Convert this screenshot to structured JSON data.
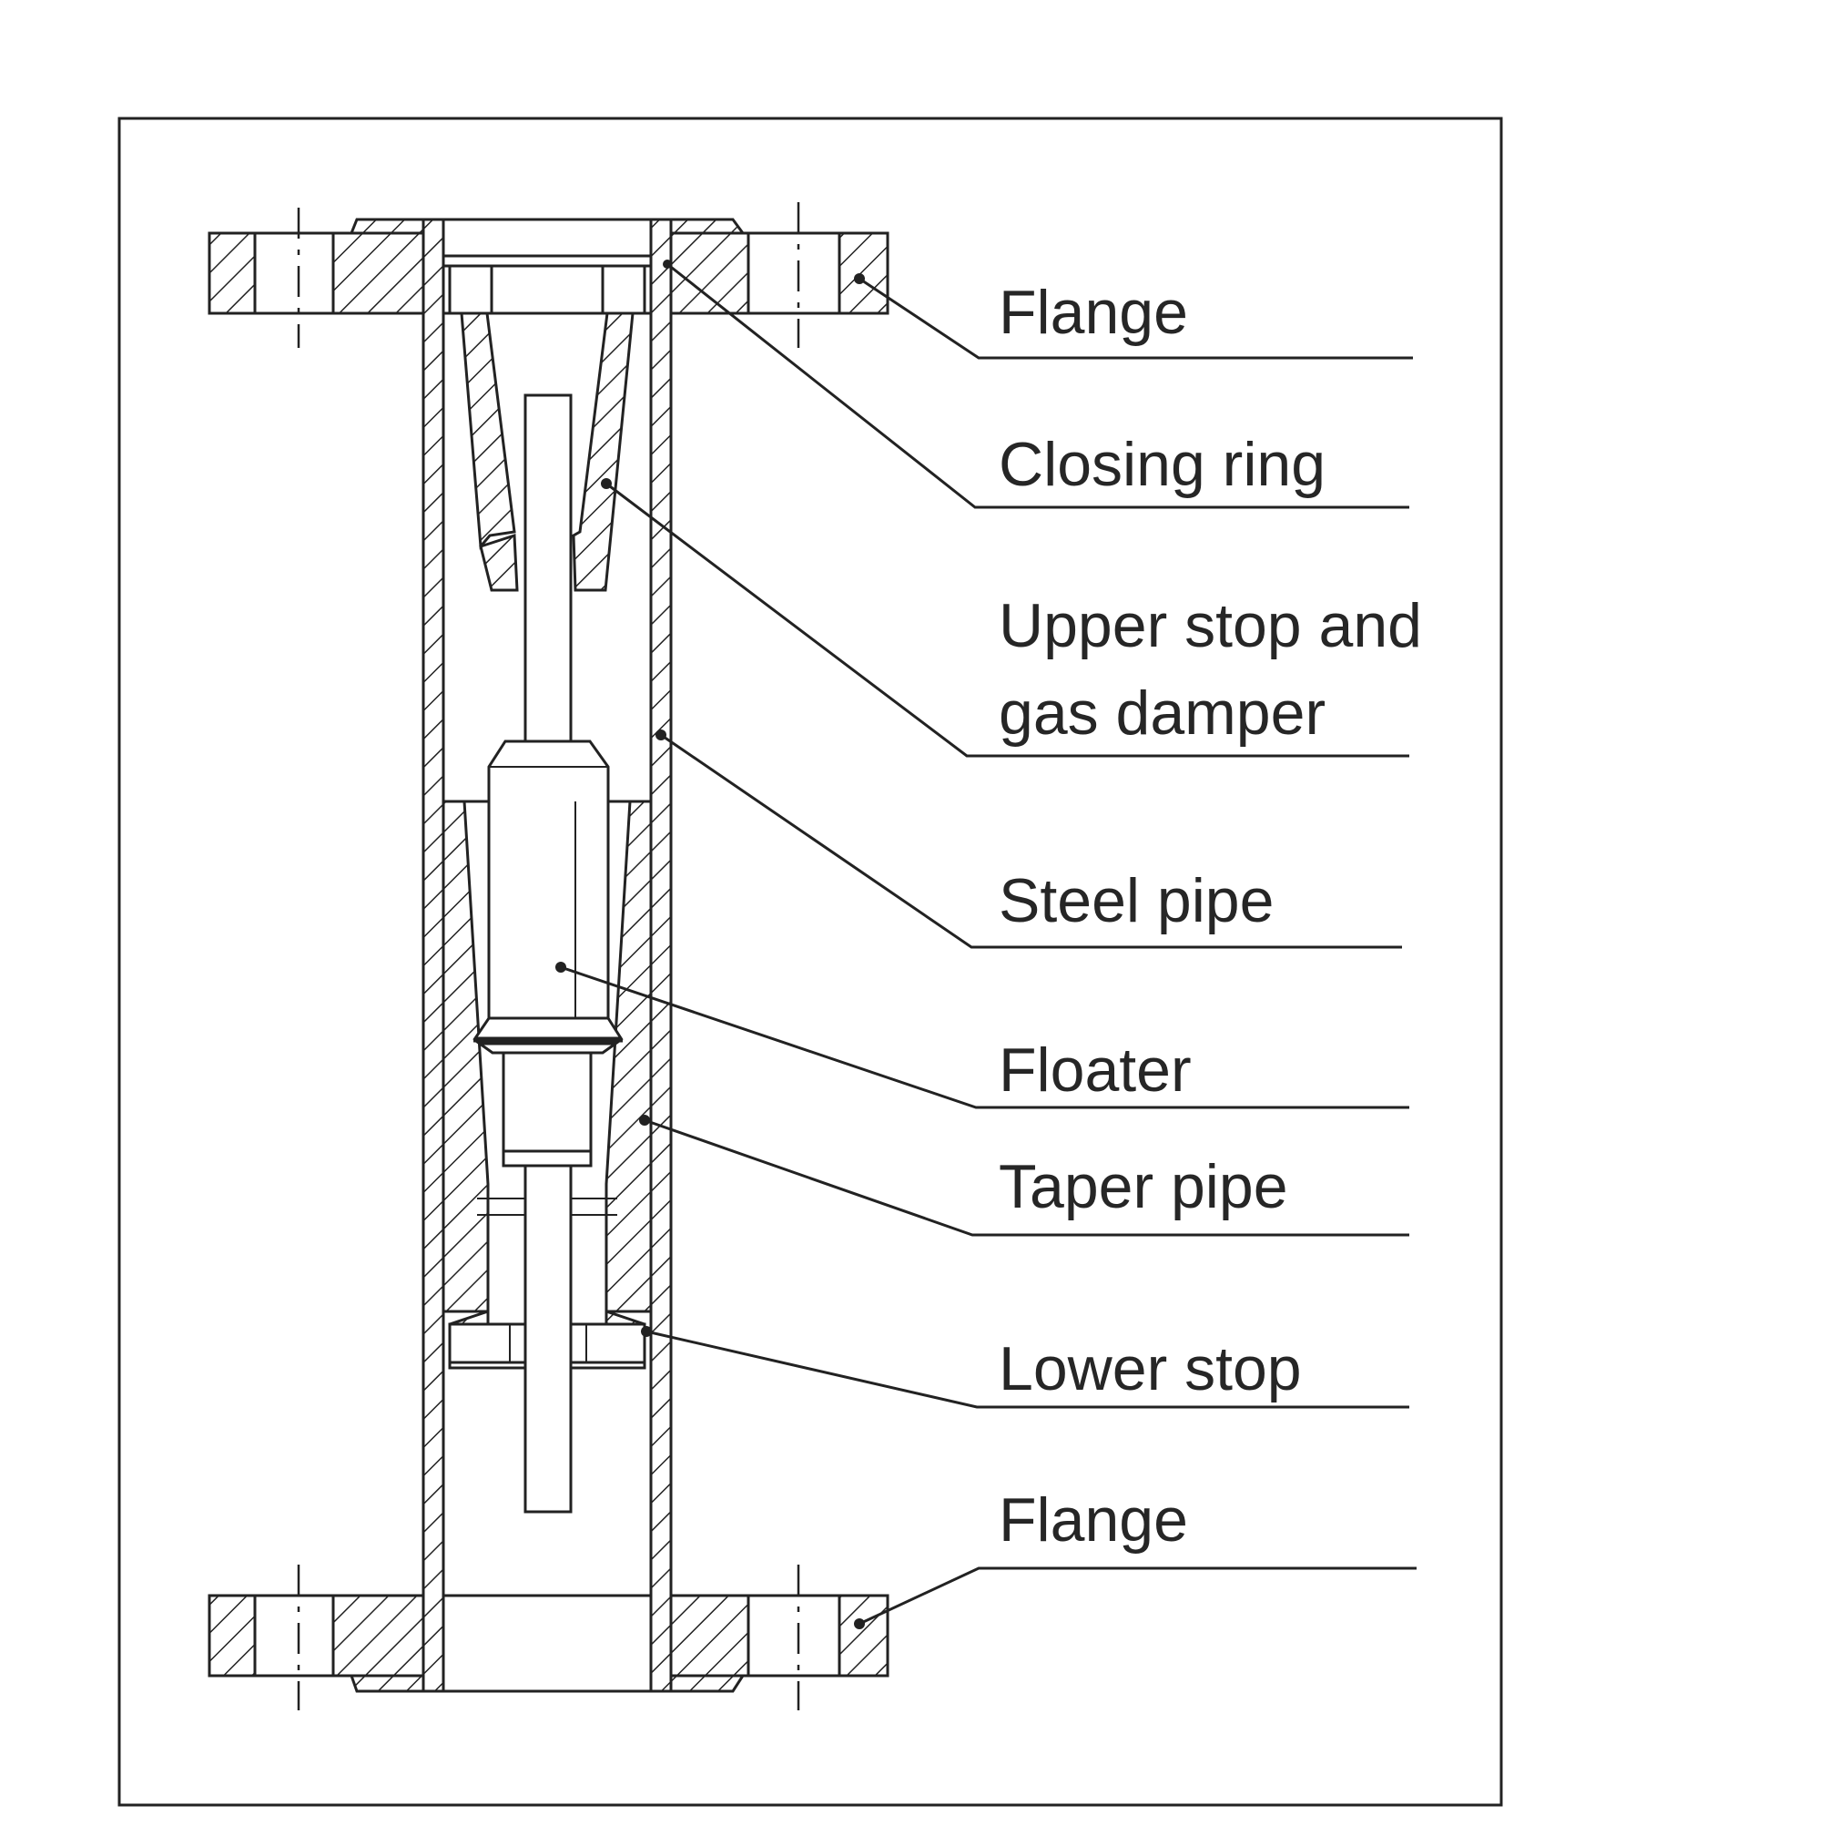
{
  "labels": [
    {
      "id": "flange-top",
      "lines": [
        "Flange"
      ]
    },
    {
      "id": "closing-ring",
      "lines": [
        "Closing ring"
      ]
    },
    {
      "id": "upper-stop",
      "lines": [
        "Upper stop and",
        "gas damper"
      ]
    },
    {
      "id": "steel-pipe",
      "lines": [
        "Steel pipe"
      ]
    },
    {
      "id": "floater",
      "lines": [
        "Floater"
      ]
    },
    {
      "id": "taper-pipe",
      "lines": [
        "Taper pipe"
      ]
    },
    {
      "id": "lower-stop",
      "lines": [
        "Lower stop"
      ]
    },
    {
      "id": "flange-bottom",
      "lines": [
        "Flange"
      ]
    }
  ],
  "colors": {
    "line": "#222222",
    "text": "#262626",
    "background": "#ffffff"
  }
}
